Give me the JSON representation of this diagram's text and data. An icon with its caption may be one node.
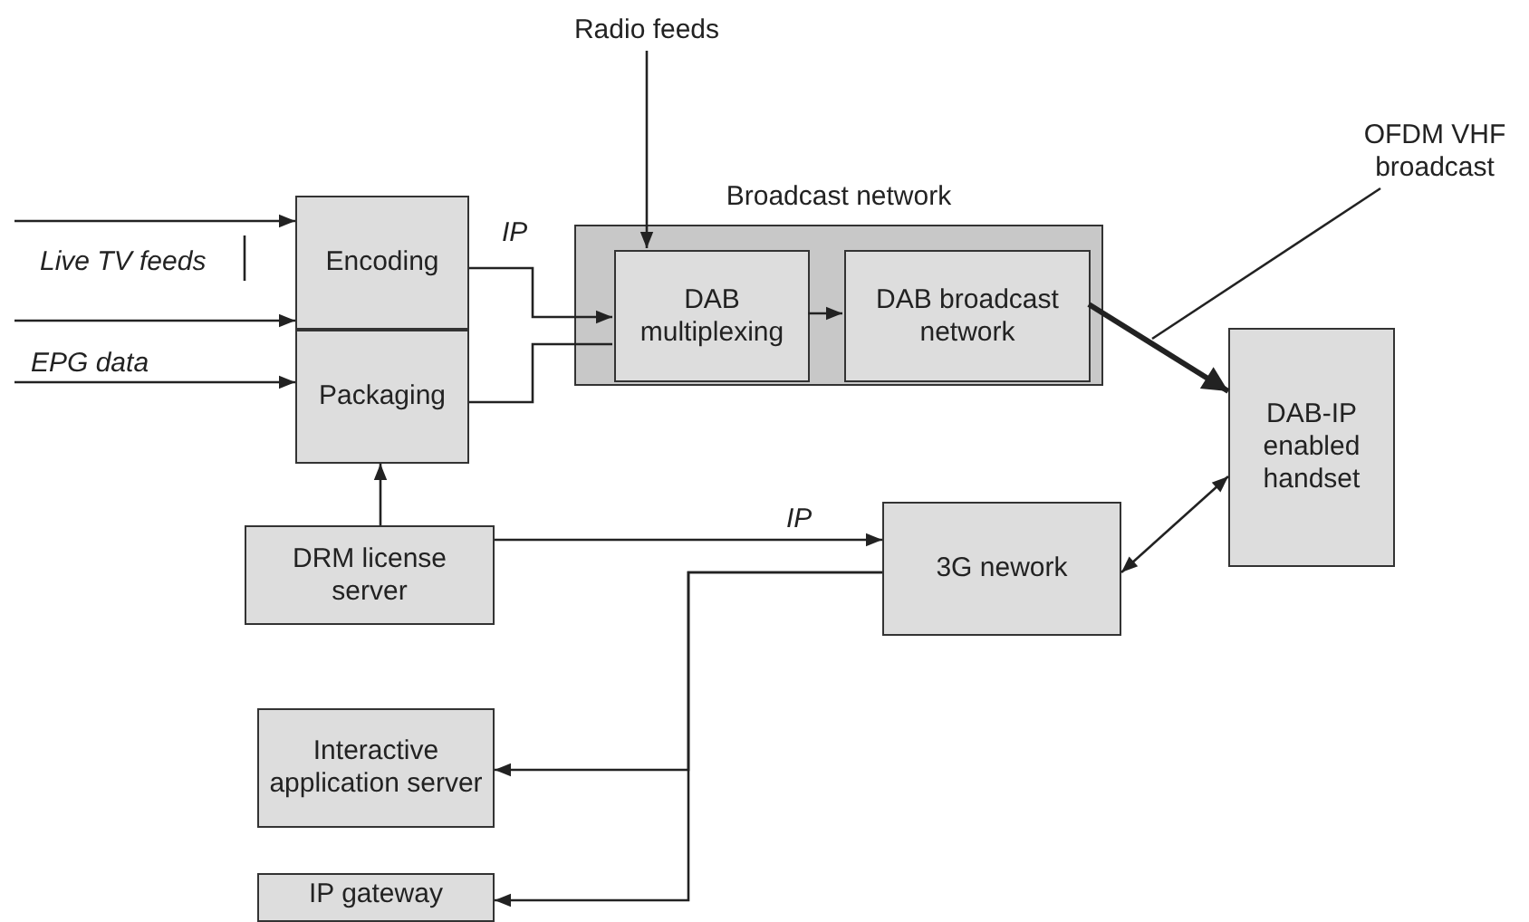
{
  "diagram": {
    "nodes": [
      {
        "text": [
          "Encoding"
        ]
      },
      {
        "text": [
          "Packaging"
        ]
      },
      {
        "text": [
          "Radio feeds"
        ]
      },
      {
        "text": [
          "Broadcast network"
        ]
      },
      {
        "text": [
          "DAB multiplexing"
        ],
        "in": 3
      },
      {
        "text": [
          "DAB broadcast network"
        ],
        "in": 3
      },
      {
        "text": [
          "OFDM VHF broadcast"
        ]
      },
      {
        "text": [
          "DAB-IP enabled handset"
        ]
      },
      {
        "text": [
          "DRM license server"
        ]
      },
      {
        "text": [
          "3G nework"
        ]
      },
      {
        "text": [
          "Interactive application server"
        ]
      },
      {
        "text": [
          "IP gateway"
        ]
      }
    ],
    "edges": [
      {
        "from": null,
        "to": 0,
        "arrow": "to"
      },
      {
        "from": null,
        "to": 0,
        "arrow": "to"
      },
      {
        "from": null,
        "to": 1,
        "arrow": "to"
      },
      {
        "from": 2,
        "to": 4,
        "arrow": "to"
      },
      {
        "from": 0,
        "to": 4,
        "arrow": "to",
        "label": "IP"
      },
      {
        "from": 1,
        "to": 4,
        "arrow": "none"
      },
      {
        "from": 4,
        "to": 5,
        "arrow": "to"
      },
      {
        "from": 5,
        "to": 7,
        "arrow": "to",
        "style": "thick"
      },
      {
        "from": 6,
        "to": null,
        "arrow": "none"
      },
      {
        "from": 8,
        "to": 1,
        "arrow": "to"
      },
      {
        "from": 8,
        "to": 9,
        "arrow": "to",
        "label": "IP"
      },
      {
        "from": 9,
        "to": 10,
        "arrow": "to"
      },
      {
        "from": 9,
        "to": 11,
        "arrow": "to"
      },
      {
        "from": 9,
        "to": 7,
        "arrow": "both"
      }
    ],
    "labels": [
      "Live TV feeds",
      "EPG data"
    ]
  }
}
